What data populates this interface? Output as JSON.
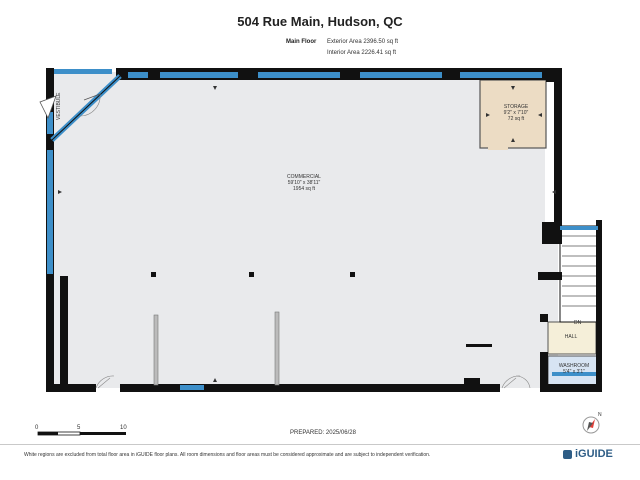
{
  "title": "504 Rue Main, Hudson, QC",
  "floor": {
    "label": "Main Floor",
    "exterior_area": "Exterior Area 2396.50 sq ft",
    "interior_area": "Interior Area 2226.41 sq ft"
  },
  "rooms": {
    "commercial": {
      "name": "COMMERCIAL",
      "dims": "59'10\" x 38'11\"",
      "area": "1954 sq ft"
    },
    "storage": {
      "name": "STORAGE",
      "dims": "9'2\" x 7'10\"",
      "area": "72 sq ft"
    },
    "washroom": {
      "name": "WASHROOM",
      "dims": "5'4\" x 3'1\""
    },
    "hall": {
      "name": "HALL"
    },
    "vestibule": {
      "name": "VESTIBULE"
    },
    "stairs_label": "DN"
  },
  "scale": {
    "ticks": [
      "0",
      "5",
      "10"
    ]
  },
  "prepared": "PREPARED: 2025/06/28",
  "disclaimer": "White regions are excluded from total floor area in iGUIDE floor plans. All room dimensions and floor areas must be considered approximate and are subject to independent verification.",
  "brand": "iGUIDE",
  "compass_label": "N",
  "colors": {
    "wall": "#111111",
    "window": "#3d8fc9",
    "floor": "#e9eaec",
    "storage_fill": "#ecdcc4",
    "hall_fill": "#f5efd9",
    "washroom_fill": "#d7e4f3",
    "brand": "#2e5d86"
  }
}
